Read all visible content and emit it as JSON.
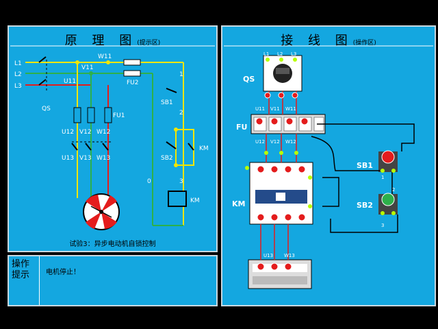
{
  "schematic_panel": {
    "title": "原 理 图",
    "title_note": "(提示区)",
    "caption": "试验3：异步电动机自锁控制",
    "labels": {
      "l1": "L1",
      "l2": "L2",
      "l3": "L3",
      "qs": "QS",
      "u11": "U11",
      "v11": "V11",
      "w11": "W11",
      "fu1": "FU1",
      "fu2": "FU2",
      "u12": "U12",
      "v12": "V12",
      "w12": "W12",
      "u13": "U13",
      "v13": "V13",
      "w13": "W13",
      "sb1": "SB1",
      "sb2": "SB2",
      "km_contact": "KM",
      "km_coil": "KM",
      "n0": "0",
      "n1": "1",
      "n2": "2",
      "n3": "3"
    }
  },
  "wiring_panel": {
    "title": "接 线 图",
    "title_note": "(操作区)",
    "labels": {
      "qs": "QS",
      "fu": "FU",
      "km": "KM",
      "sb1": "SB1",
      "sb2": "SB2",
      "l1": "L1",
      "l2": "L2",
      "l3": "L3",
      "u11": "U11",
      "v11": "V11",
      "w11": "W11",
      "u12": "U12",
      "v12": "V12",
      "w12": "W12",
      "u13": "U13",
      "w13": "W13",
      "n1": "1",
      "n2": "2",
      "n3": "3"
    }
  },
  "hint_panel": {
    "title": "操作提示",
    "message": "电机停止！"
  },
  "colors": {
    "panel": "#14a7e0",
    "yellow": "#f2e600",
    "green": "#2db04a",
    "red": "#e41c1c",
    "terminal": "#b8ff00"
  }
}
